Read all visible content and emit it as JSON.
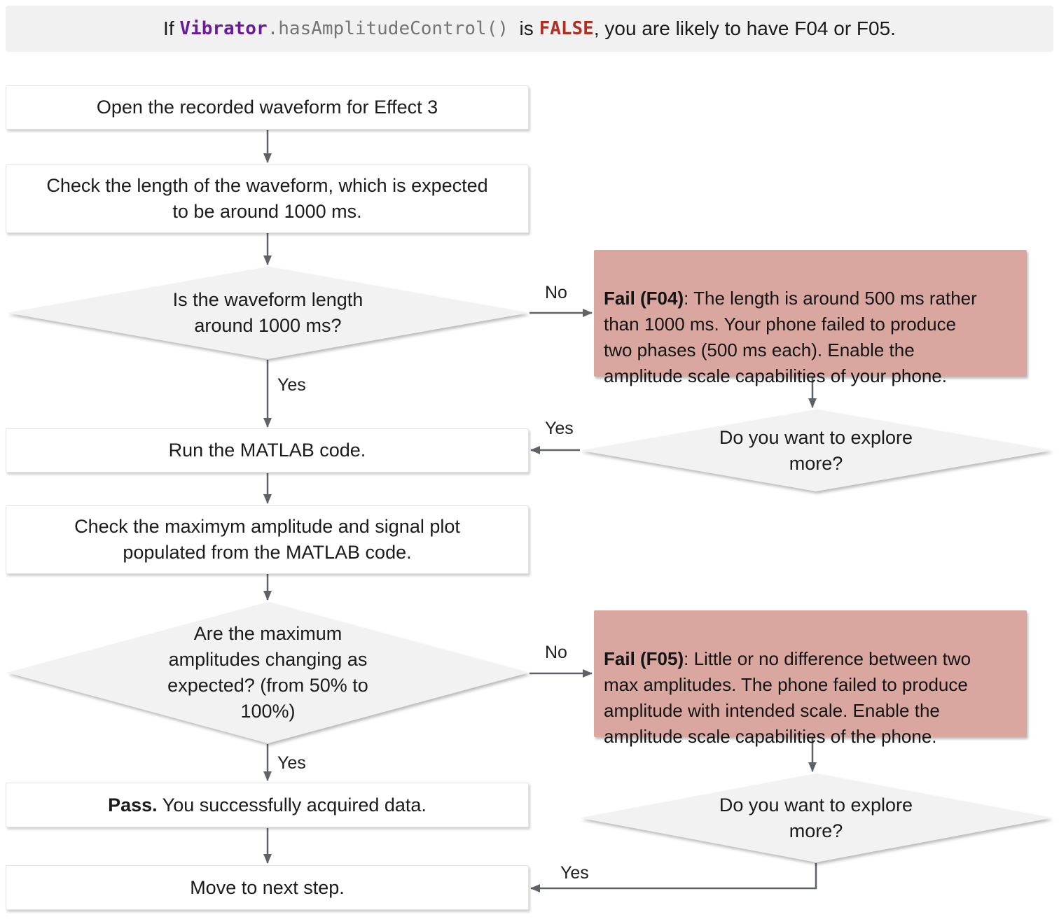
{
  "banner": {
    "prefix": "If ",
    "code_class": "Vibrator",
    "code_method": ".hasAmplitudeControl()",
    "middle": "  is ",
    "code_value": "FALSE",
    "suffix": ", you are likely to have F04 or F05."
  },
  "nodes": {
    "open_waveform": {
      "label": "Open the recorded waveform for Effect 3"
    },
    "check_length": {
      "label": "Check the length of the waveform, which is expected\nto be around 1000 ms."
    },
    "decision_length": {
      "label": "Is the waveform length\naround 1000 ms?"
    },
    "run_matlab": {
      "label": "Run the MATLAB code."
    },
    "check_amplitude": {
      "label": "Check the maximym amplitude and signal plot\npopulated from the MATLAB code."
    },
    "decision_amplitude": {
      "label": "Are the maximum\namplitudes changing as\nexpected? (from 50% to\n100%)"
    },
    "fail_f04": {
      "bold": "Fail (F04)",
      "rest": ": The length is around 500 ms rather\nthan 1000 ms. Your phone failed to produce\ntwo phases (500 ms each). Enable the\namplitude scale capabilities of your phone."
    },
    "explore_more_1": {
      "label": "Do you want to explore\nmore?"
    },
    "fail_f05": {
      "bold": "Fail (F05)",
      "rest": ": Little or no difference between two\nmax amplitudes. The phone failed to produce\namplitude with intended scale. Enable the\namplitude scale capabilities of the phone."
    },
    "explore_more_2": {
      "label": "Do you want to explore\nmore?"
    },
    "pass": {
      "bold": "Pass.",
      "rest": " You successfully acquired data."
    },
    "move_next": {
      "label": "Move to next step."
    }
  },
  "edge_labels": {
    "yes_length": "Yes",
    "no_length": "No",
    "yes_explore_1": "Yes",
    "yes_amplitude": "Yes",
    "no_amplitude": "No",
    "yes_explore_2": "Yes"
  },
  "colors": {
    "banner_bg": "#f1f1f2",
    "box_bg": "#ffffff",
    "box_border": "#e3e3e3",
    "diamond_bg": "#f2f2f2",
    "fail_bg": "#d9a7a0",
    "arrow": "#5f6368",
    "text": "#1b1b1b",
    "code_class": "#6a1b9a",
    "code_method": "#757575",
    "code_false": "#ad3023"
  }
}
